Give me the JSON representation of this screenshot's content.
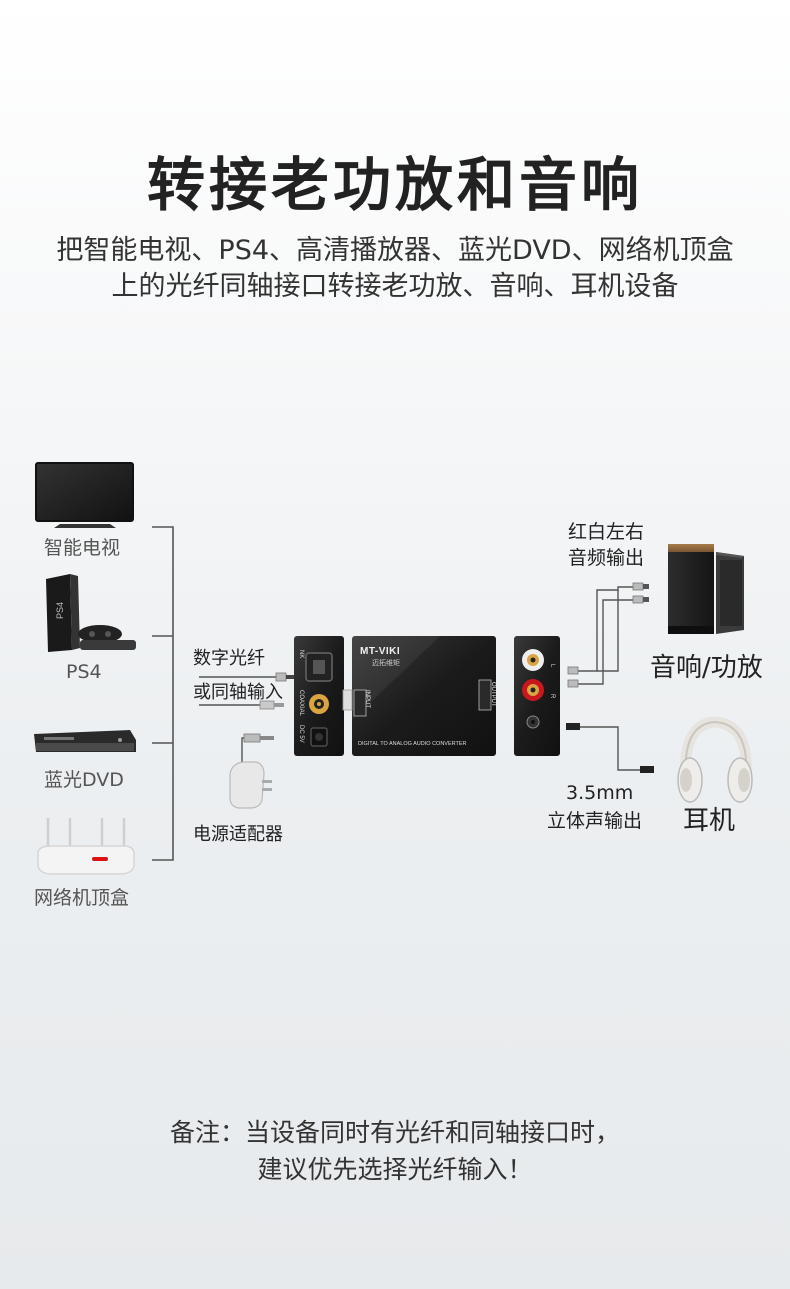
{
  "header": {
    "title": "转接老功放和音响",
    "subtitle_line1": "把智能电视、PS4、高清播放器、蓝光DVD、网络机顶盒",
    "subtitle_line2": "上的光纤同轴接口转接老功放、音响、耳机设备"
  },
  "sources": [
    {
      "label": "智能电视",
      "icon": "tv-icon"
    },
    {
      "label": "PS4",
      "icon": "ps4-icon"
    },
    {
      "label": "蓝光DVD",
      "icon": "dvd-player-icon"
    },
    {
      "label": "网络机顶盒",
      "icon": "router-icon"
    }
  ],
  "input_labels": {
    "line1": "数字光纤",
    "line2": "或同轴输入",
    "power": "电源适配器"
  },
  "device": {
    "brand": "MT-VIKI",
    "brand_cn": "迈拓维矩",
    "caption": "DIGITAL TO ANALOG AUDIO CONVERTER",
    "input_tag": "INPUT",
    "output_tag": "OUTPUT",
    "port_labels": [
      "NK",
      "COAXIAL",
      "DC 5V"
    ],
    "rca_labels": [
      "L",
      "R"
    ]
  },
  "outputs": {
    "rca_line1": "红白左右",
    "rca_line2": "音频输出",
    "speaker_label": "音响/功放",
    "jack_line1": "3.5mm",
    "jack_line2": "立体声输出",
    "headphone_label": "耳机"
  },
  "colors": {
    "accent_red": "#c8171d",
    "device_body": "#1c1c1c",
    "line": "#555555"
  },
  "footer": {
    "note_line1": "备注：当设备同时有光纤和同轴接口时，",
    "note_line2": "建议优先选择光纤输入！"
  }
}
